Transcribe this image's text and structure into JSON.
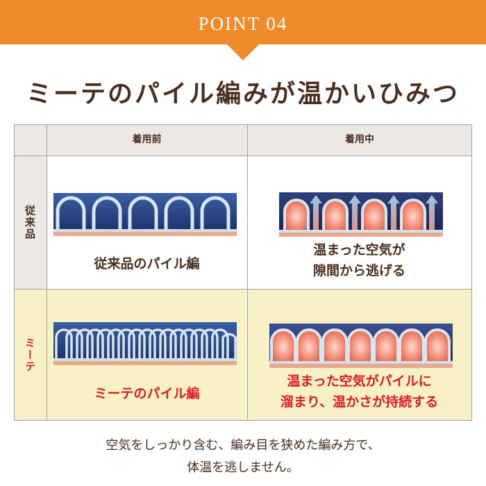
{
  "banner": {
    "label": "POINT 04",
    "color": "#f08b2c"
  },
  "headline": "ミーテのパイル編みが温かいひみつ",
  "table": {
    "col_before": "着用前",
    "col_during": "着用中",
    "row_conventional": "従来品",
    "row_miite": "ミーテ",
    "conventional_before_caption": "従来品のパイル編",
    "conventional_during_caption": [
      "温まった空気が",
      "隙間から逃げる"
    ],
    "miite_before_caption": "ミーテのパイル編",
    "miite_during_caption": [
      "温まった空気がパイルに",
      "溜まり、温かさが持続する"
    ]
  },
  "footer": [
    "空気をしっかり含む、編み目を狭めた編み方で、",
    "体温を逃しません。"
  ],
  "colors": {
    "text_brown": "#4a2e1f",
    "accent_red": "#e01c22",
    "header_gray": "#ebe8e6",
    "row_yellow": "#f8f0c6"
  }
}
